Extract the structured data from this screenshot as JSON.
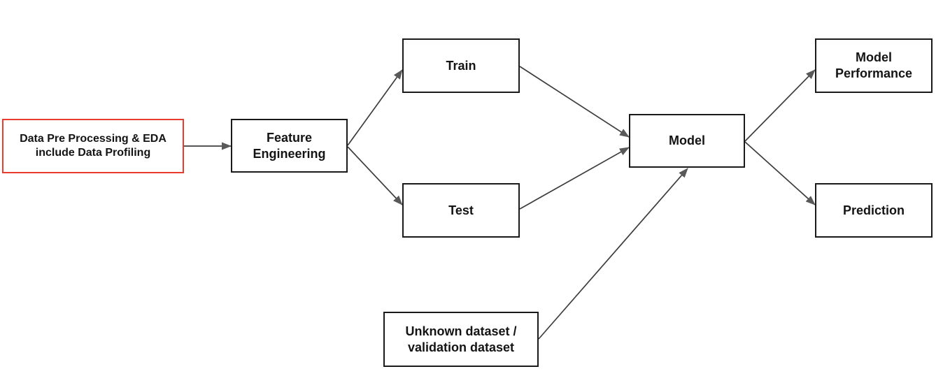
{
  "diagram": {
    "title": "ML workflow flowchart",
    "colors": {
      "background": "#ffffff",
      "node_border": "#1a1a1a",
      "highlight_border": "#ea3c2e",
      "arrow_line": "#3d3d3d",
      "arrow_head": "#595959",
      "text": "#141414"
    },
    "nodes": [
      {
        "id": "preprocessing",
        "label": "Data Pre Processing & EDA\ninclude Data Profiling",
        "highlighted": true
      },
      {
        "id": "feature-engineering",
        "label": "Feature\nEngineering",
        "highlighted": false
      },
      {
        "id": "train",
        "label": "Train",
        "highlighted": false
      },
      {
        "id": "test",
        "label": "Test",
        "highlighted": false
      },
      {
        "id": "model",
        "label": "Model",
        "highlighted": false
      },
      {
        "id": "model-performance",
        "label": "Model\nPerformance",
        "highlighted": false
      },
      {
        "id": "prediction",
        "label": "Prediction",
        "highlighted": false
      },
      {
        "id": "unknown-dataset",
        "label": "Unknown dataset /\nvalidation dataset",
        "highlighted": false
      }
    ],
    "edges": [
      {
        "from": "preprocessing",
        "to": "feature-engineering"
      },
      {
        "from": "feature-engineering",
        "to": "train"
      },
      {
        "from": "feature-engineering",
        "to": "test"
      },
      {
        "from": "train",
        "to": "model"
      },
      {
        "from": "test",
        "to": "model"
      },
      {
        "from": "unknown-dataset",
        "to": "model"
      },
      {
        "from": "model",
        "to": "model-performance"
      },
      {
        "from": "model",
        "to": "prediction"
      }
    ]
  }
}
